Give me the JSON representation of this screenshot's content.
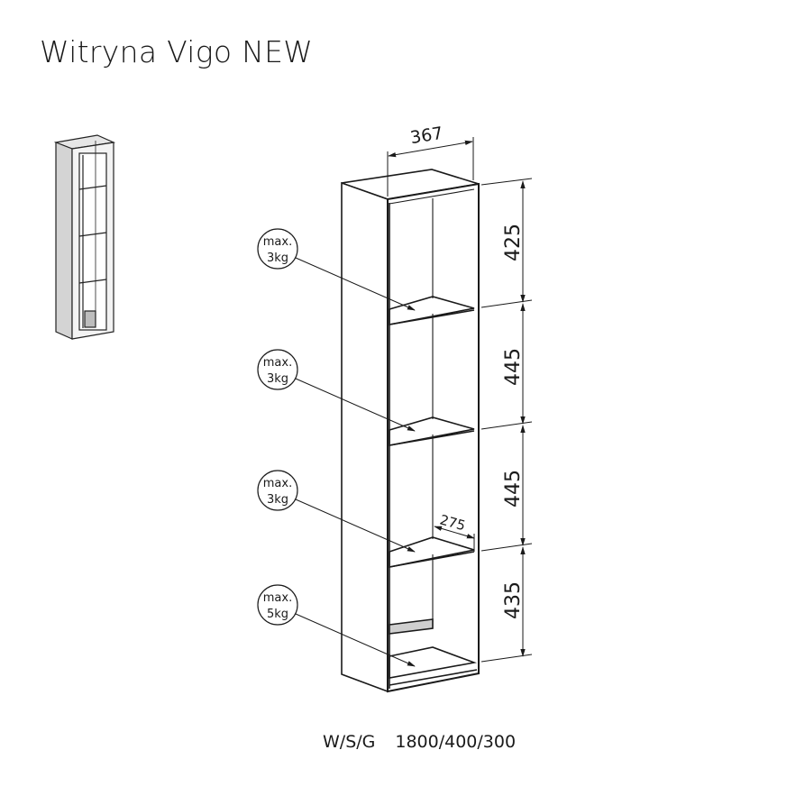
{
  "title": "Witryna Vigo NEW",
  "dimensions": {
    "width_top": "367",
    "shelf_depth": "275",
    "section_1": "425",
    "section_2": "445",
    "section_3": "445",
    "section_4": "435"
  },
  "load_labels": [
    {
      "line1": "max.",
      "line2": "3kg"
    },
    {
      "line1": "max.",
      "line2": "3kg"
    },
    {
      "line1": "max.",
      "line2": "3kg"
    },
    {
      "line1": "max.",
      "line2": "5kg"
    }
  ],
  "footer": {
    "label": "W/S/G",
    "value": "1800/400/300"
  }
}
